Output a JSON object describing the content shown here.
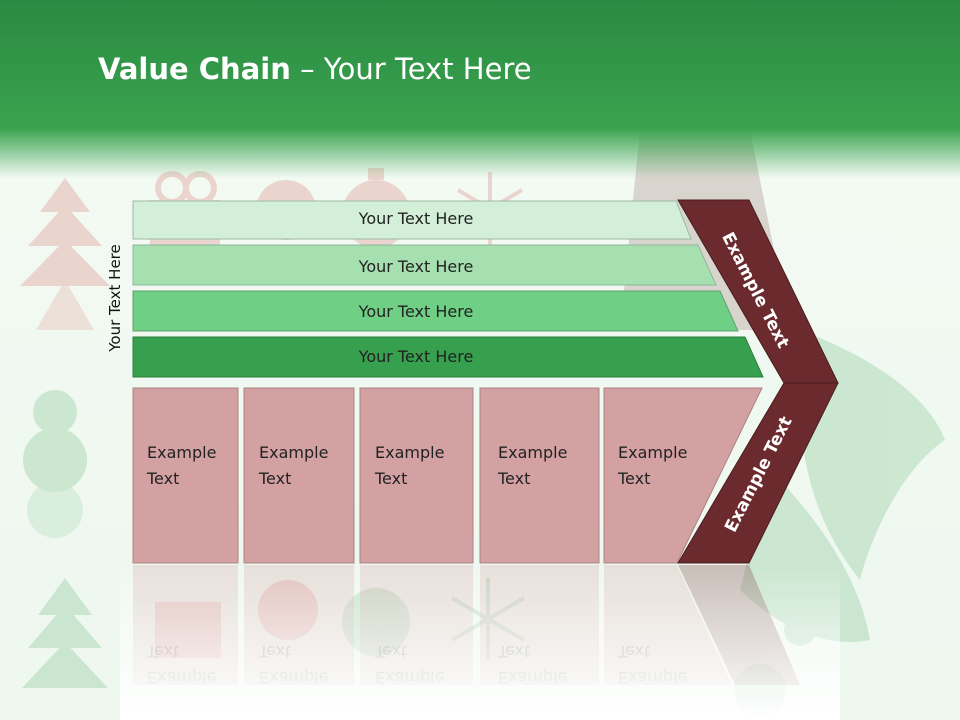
{
  "slide": {
    "title_bold": "Value Chain",
    "title_rest": " – Your Text Here",
    "side_label": "Your Text Here"
  },
  "support_bars": [
    {
      "label": "Your Text Here",
      "color": "#d3efd8"
    },
    {
      "label": "Your Text Here",
      "color": "#a6e0b0"
    },
    {
      "label": "Your Text Here",
      "color": "#6fcf84"
    },
    {
      "label": "Your Text Here",
      "color": "#36a04e"
    }
  ],
  "primary_boxes": [
    {
      "line1": "Example",
      "line2": "Text"
    },
    {
      "line1": "Example",
      "line2": "Text"
    },
    {
      "line1": "Example",
      "line2": "Text"
    },
    {
      "line1": "Example",
      "line2": "Text"
    },
    {
      "line1": "Example",
      "line2": "Text"
    }
  ],
  "arrow": {
    "upper_label": "Example Text",
    "lower_label": "Example Text",
    "color": "#6b2b2e"
  },
  "colors": {
    "header_green": "#2f9a47",
    "box_pink": "#d3a1a2"
  }
}
